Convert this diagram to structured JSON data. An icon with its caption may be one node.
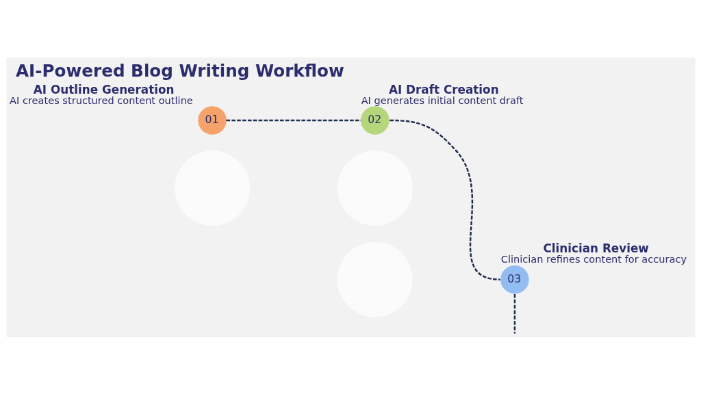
{
  "diagram": {
    "title": "AI-Powered Blog Writing Workflow",
    "nodes": [
      {
        "text": [
          "01"
        ],
        "beside": [
          "AI Outline Generation",
          "AI creates structured content outline"
        ]
      },
      {
        "text": [],
        "shape": "circle"
      },
      {
        "text": [
          "02"
        ],
        "beside": [
          "AI Draft Creation",
          "AI generates initial content draft"
        ]
      },
      {
        "text": [],
        "shape": "circle"
      },
      {
        "text": [
          "03"
        ],
        "beside": [
          "Clinician Review",
          "Clinician refines content for accuracy"
        ]
      },
      {
        "text": [],
        "shape": "circle"
      }
    ],
    "edges": [
      {
        "from": 0,
        "to": 2,
        "arrow": "none",
        "style": "dashed"
      },
      {
        "from": 2,
        "to": 4,
        "arrow": "none",
        "style": "dashed"
      },
      {
        "from": 4,
        "to": null,
        "arrow": "none",
        "style": "dashed"
      }
    ]
  }
}
